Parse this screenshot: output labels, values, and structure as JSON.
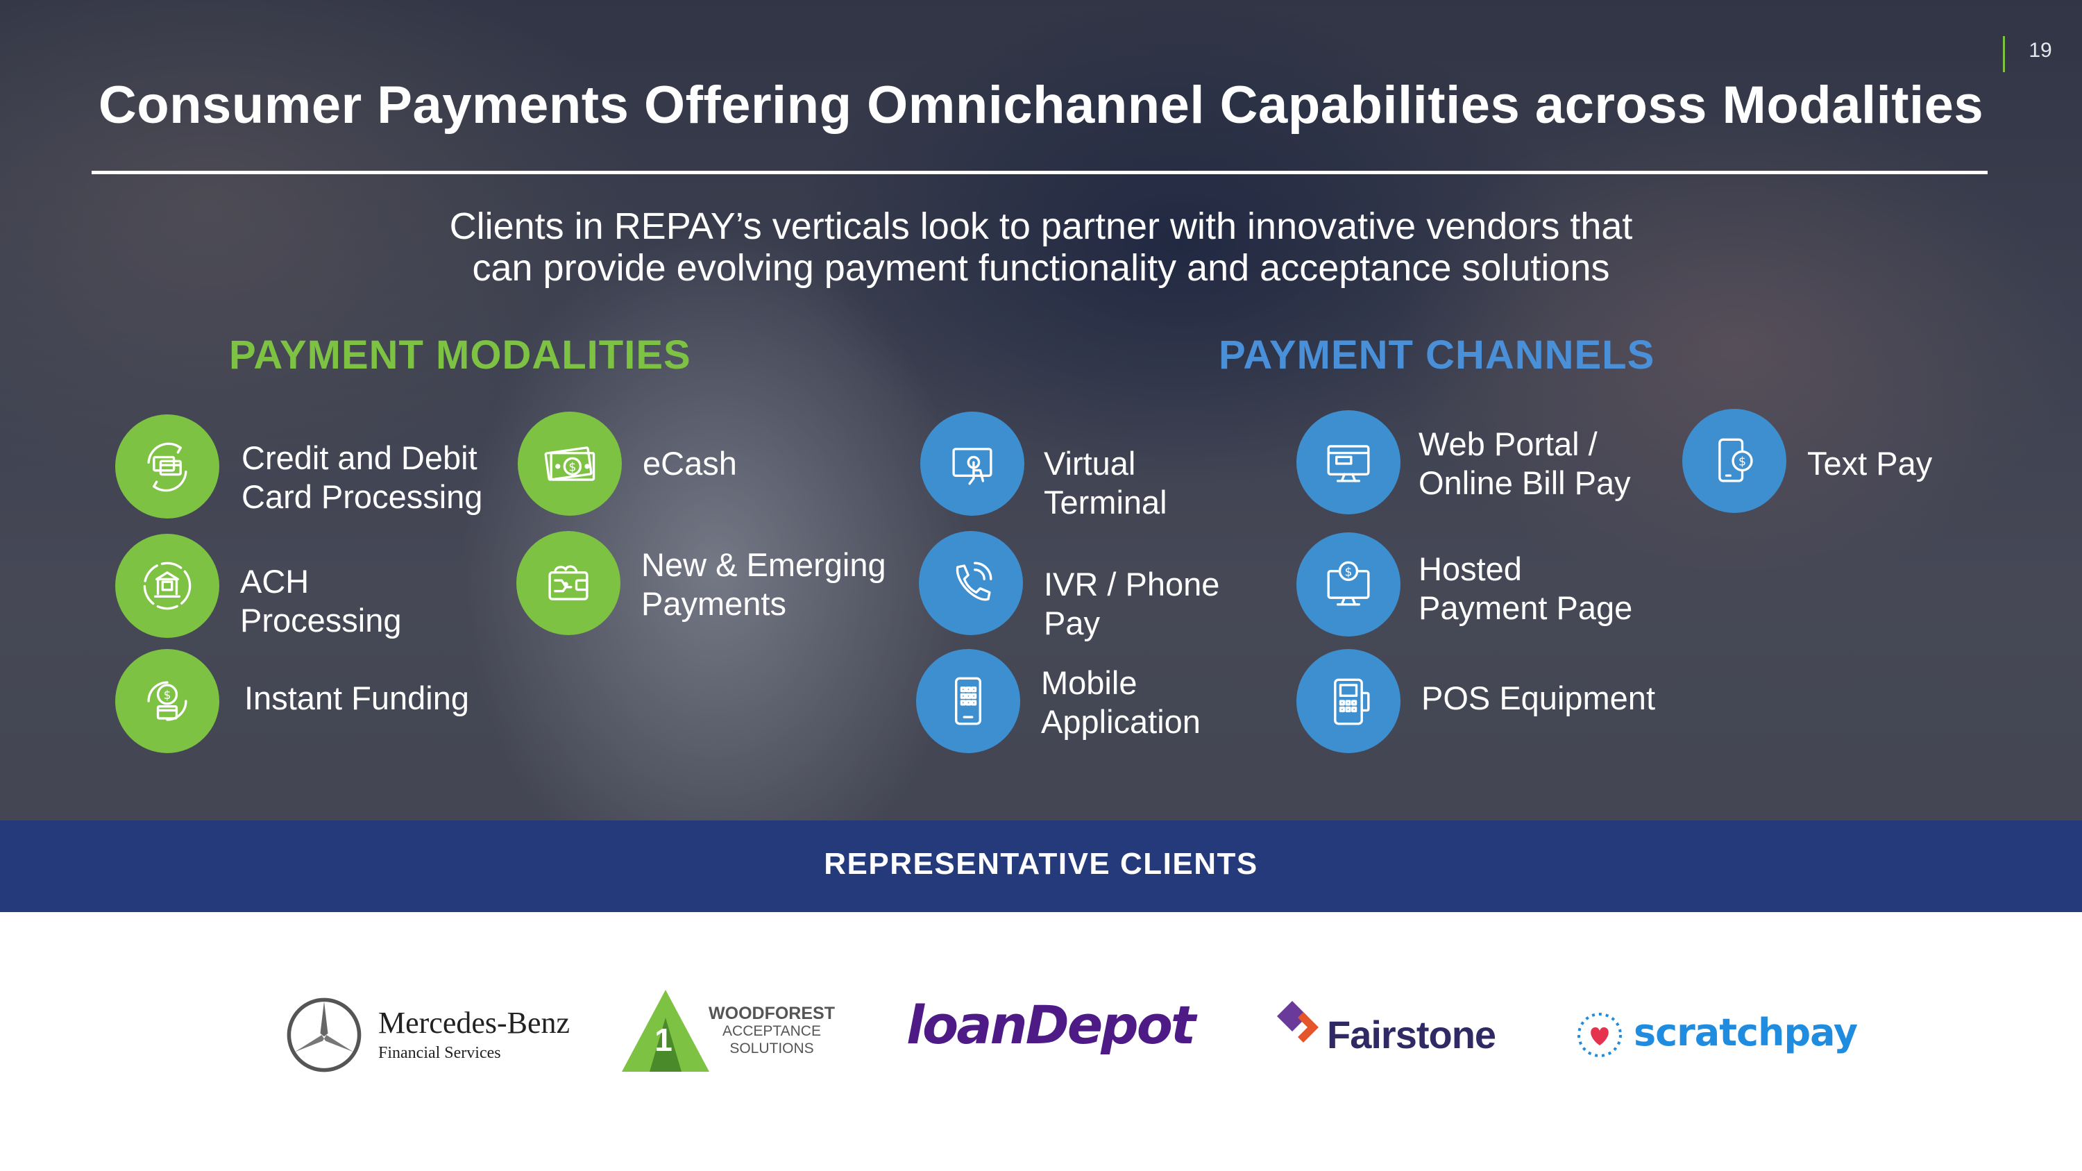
{
  "page_number": "19",
  "title": "Consumer Payments Offering Omnichannel Capabilities across Modalities",
  "subtitle": {
    "line1": "Clients in REPAY’s verticals look to partner with innovative vendors that",
    "line2": "can provide evolving payment functionality and acceptance solutions"
  },
  "colors": {
    "modalities_accent": "#7dc243",
    "channels_accent": "#4a90d9",
    "clients_band": "#253a7b"
  },
  "modalities": {
    "heading": "PAYMENT MODALITIES",
    "items": [
      {
        "icon": "card-exchange-icon",
        "line1": "Credit and Debit",
        "line2": "Card Processing"
      },
      {
        "icon": "cash-bill-icon",
        "line1": "eCash",
        "line2": ""
      },
      {
        "icon": "bank-cycle-icon",
        "line1": "ACH",
        "line2": "Processing"
      },
      {
        "icon": "wallet-circuit-icon",
        "line1": "New & Emerging",
        "line2": "Payments"
      },
      {
        "icon": "dollar-card-cycle-icon",
        "line1": "Instant Funding",
        "line2": ""
      }
    ]
  },
  "channels": {
    "heading": "PAYMENT CHANNELS",
    "items": [
      {
        "icon": "touchscreen-tap-icon",
        "line1": "Virtual",
        "line2": "Terminal"
      },
      {
        "icon": "web-monitor-icon",
        "line1": "Web Portal /",
        "line2": "Online Bill Pay"
      },
      {
        "icon": "phone-dollar-icon",
        "line1": "Text Pay",
        "line2": ""
      },
      {
        "icon": "phone-call-icon",
        "line1": "IVR / Phone",
        "line2": "Pay"
      },
      {
        "icon": "monitor-dollar-icon",
        "line1": "Hosted",
        "line2": "Payment Page"
      },
      {
        "icon": "mobile-keypad-icon",
        "line1": "Mobile",
        "line2": "Application"
      },
      {
        "icon": "pos-terminal-icon",
        "line1": "POS Equipment",
        "line2": ""
      }
    ]
  },
  "clients": {
    "heading": "REPRESENTATIVE CLIENTS",
    "logos": {
      "mercedes": {
        "name": "Mercedes-Benz",
        "sub": "Financial Services"
      },
      "woodforest": {
        "line1": "WOODFOREST",
        "line2": "ACCEPTANCE",
        "line3": "SOLUTIONS"
      },
      "loandepot": {
        "name": "loanDepot"
      },
      "fairstone": {
        "name": "Fairstone"
      },
      "scratchpay": {
        "name": "scratchpay"
      }
    }
  }
}
